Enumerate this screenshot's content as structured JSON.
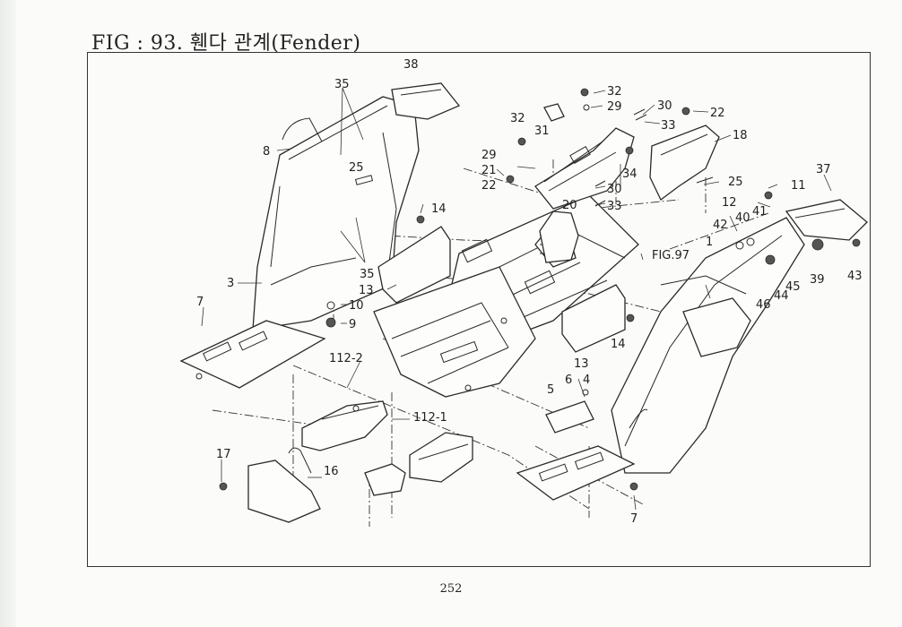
{
  "title": "FIG : 93. 휀다 관계(Fender)",
  "page_number": "252",
  "callouts": [
    "38",
    "35",
    "8",
    "25",
    "3",
    "35",
    "14",
    "13",
    "10",
    "9",
    "7",
    "112-2",
    "17",
    "16",
    "112-1",
    "32",
    "29",
    "31",
    "30",
    "33",
    "22",
    "18",
    "32",
    "29",
    "21",
    "22",
    "34",
    "20",
    "30",
    "33",
    "25",
    "11",
    "37",
    "12",
    "42",
    "40",
    "41",
    "1",
    "FIG.97",
    "39",
    "43",
    "45",
    "44",
    "46",
    "14",
    "13",
    "5",
    "6",
    "4",
    "7"
  ]
}
